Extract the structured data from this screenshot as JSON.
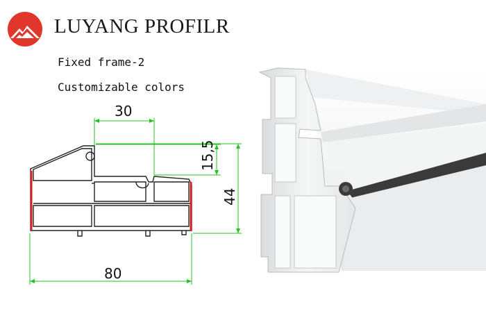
{
  "header": {
    "brand": "LUYANG PROFILR",
    "logo_colors": {
      "primary": "#e0362b",
      "mountain": "#ffffff"
    }
  },
  "info": {
    "product_name": "Fixed frame-2",
    "feature": "Customizable colors"
  },
  "drawing": {
    "dimensions": {
      "top_width": "30",
      "step_height": "15,5",
      "total_height": "44",
      "total_width": "80"
    },
    "colors": {
      "dimension_lines": "#22c322",
      "outline": "#222222",
      "gasket": "#d61f1f"
    }
  },
  "photo": {
    "colors": {
      "profile": "#f1f2f2",
      "shadow": "#c9cccf",
      "gasket": "#3a3a3a"
    }
  }
}
